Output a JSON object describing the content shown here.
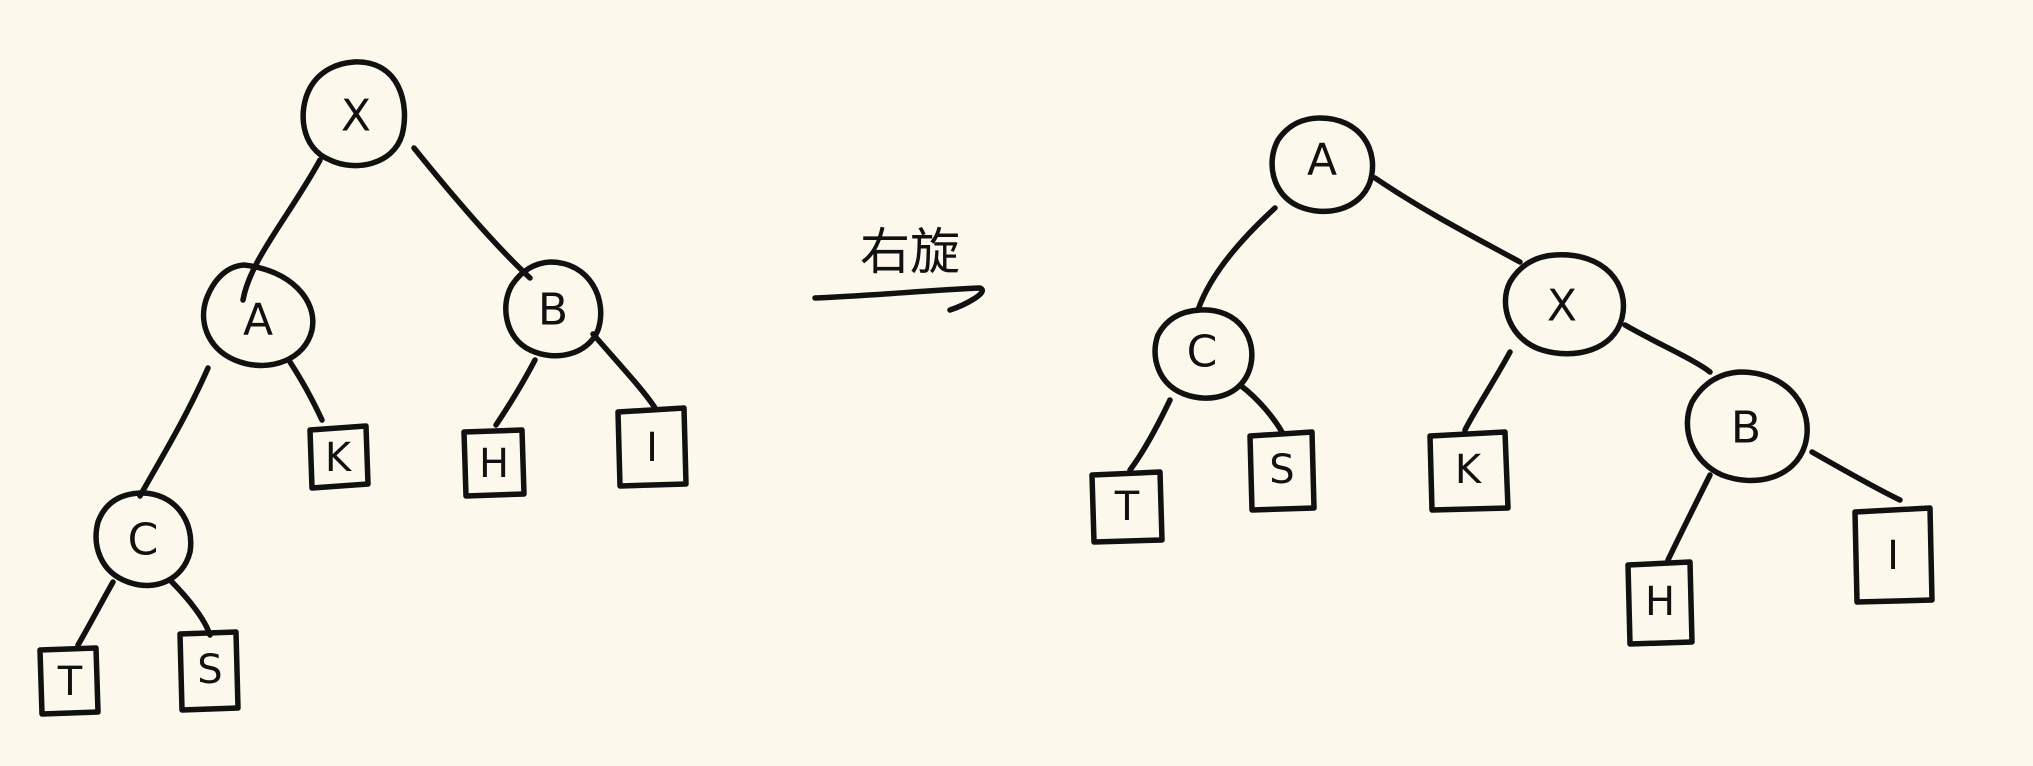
{
  "diagram": {
    "operation_label": "右旋",
    "stroke_color": "#111111",
    "background_color": "#fcf8ec",
    "before_tree": {
      "nodes": [
        {
          "id": "x",
          "label": "X",
          "shape": "circle"
        },
        {
          "id": "a",
          "label": "A",
          "shape": "circle"
        },
        {
          "id": "b",
          "label": "B",
          "shape": "circle"
        },
        {
          "id": "c",
          "label": "C",
          "shape": "circle"
        },
        {
          "id": "k",
          "label": "K",
          "shape": "box"
        },
        {
          "id": "h",
          "label": "H",
          "shape": "box"
        },
        {
          "id": "i",
          "label": "I",
          "shape": "box"
        },
        {
          "id": "t",
          "label": "T",
          "shape": "box"
        },
        {
          "id": "s",
          "label": "S",
          "shape": "box"
        }
      ],
      "edges": [
        [
          "x",
          "a"
        ],
        [
          "x",
          "b"
        ],
        [
          "a",
          "c"
        ],
        [
          "a",
          "k"
        ],
        [
          "b",
          "h"
        ],
        [
          "b",
          "i"
        ],
        [
          "c",
          "t"
        ],
        [
          "c",
          "s"
        ]
      ]
    },
    "after_tree": {
      "nodes": [
        {
          "id": "a",
          "label": "A",
          "shape": "circle"
        },
        {
          "id": "c",
          "label": "C",
          "shape": "circle"
        },
        {
          "id": "x",
          "label": "X",
          "shape": "circle"
        },
        {
          "id": "b",
          "label": "B",
          "shape": "circle"
        },
        {
          "id": "t",
          "label": "T",
          "shape": "box"
        },
        {
          "id": "s",
          "label": "S",
          "shape": "box"
        },
        {
          "id": "k",
          "label": "K",
          "shape": "box"
        },
        {
          "id": "h",
          "label": "H",
          "shape": "box"
        },
        {
          "id": "i",
          "label": "I",
          "shape": "box"
        }
      ],
      "edges": [
        [
          "a",
          "c"
        ],
        [
          "a",
          "x"
        ],
        [
          "c",
          "t"
        ],
        [
          "c",
          "s"
        ],
        [
          "x",
          "k"
        ],
        [
          "x",
          "b"
        ],
        [
          "b",
          "h"
        ],
        [
          "b",
          "i"
        ]
      ]
    }
  }
}
